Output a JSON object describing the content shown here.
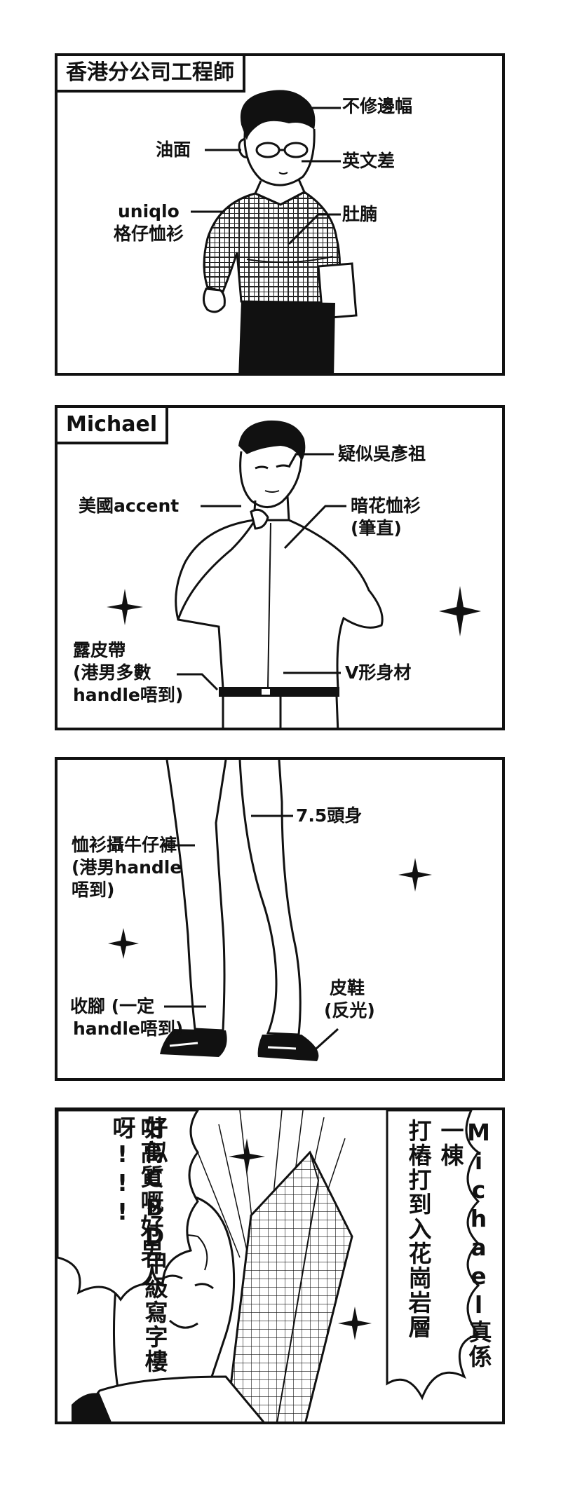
{
  "panel1": {
    "title": "香港分公司工程師",
    "labels": {
      "unkempt": "不修邊幅",
      "greasy_face": "油面",
      "bad_english": "英文差",
      "uniqlo": "uniqlo",
      "plaid_shirt": "格仔恤衫",
      "belly": "肚腩"
    }
  },
  "panel2": {
    "title": "Michael",
    "labels": {
      "looks_like": "疑似吳彥祖",
      "accent": "美國accent",
      "shirt": "暗花恤衫",
      "shirt_note": "(筆直)",
      "belt": "露皮帶",
      "belt_note1": "(港男多數",
      "belt_note2": "handle唔到)",
      "v_shape": "V形身材"
    }
  },
  "panel3": {
    "labels": {
      "heads": "7.5頭身",
      "tuck": "恤衫攝牛仔褲",
      "tuck_note1": "(港男handle",
      "tuck_note2": "唔到)",
      "cuffs1": "收腳 (一定",
      "cuffs2": "handle唔到)",
      "shoes": "皮鞋",
      "shoes_note": "(反光)"
    }
  },
  "panel4": {
    "right_col1": "Michael真係一棟",
    "right_col2": "打樁打到入花崗岩層",
    "left_col1": "好似CBD甲級寫字樓",
    "left_col2": "咁高質嘅好男人呀!!!"
  }
}
